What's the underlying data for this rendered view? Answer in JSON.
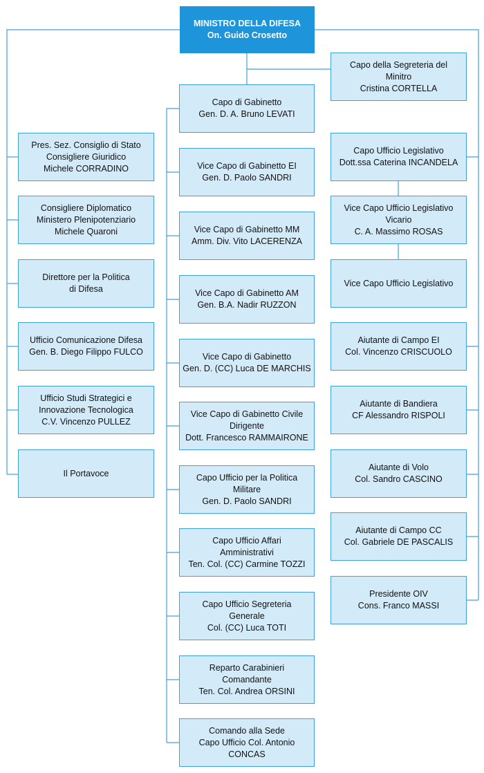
{
  "root": {
    "lines": [
      "MINISTRO DELLA DIFESA",
      "On. Guido Crosetto"
    ]
  },
  "left_column": [
    {
      "id": "left-1",
      "lines": [
        "Pres. Sez. Consiglio di Stato",
        "Consigliere Giuridico",
        "Michele CORRADINO"
      ]
    },
    {
      "id": "left-2",
      "lines": [
        "Consigliere Diplomatico",
        "Ministero Plenipotenziario",
        "Michele Quaroni"
      ]
    },
    {
      "id": "left-3",
      "lines": [
        "Direttore per la Politica",
        "di Difesa"
      ]
    },
    {
      "id": "left-4",
      "lines": [
        "Ufficio Comunicazione Difesa",
        "Gen. B. Diego Filippo FULCO"
      ]
    },
    {
      "id": "left-5",
      "lines": [
        "Ufficio Studi Strategici e",
        "Innovazione Tecnologica",
        "C.V. Vincenzo PULLEZ"
      ]
    },
    {
      "id": "left-6",
      "lines": [
        "Il Portavoce"
      ]
    }
  ],
  "center_column": [
    {
      "id": "center-1",
      "lines": [
        "Capo di Gabinetto",
        "Gen. D. A. Bruno LEVATI"
      ]
    },
    {
      "id": "center-2",
      "lines": [
        "Vice Capo di Gabinetto EI",
        "Gen. D. Paolo SANDRI"
      ]
    },
    {
      "id": "center-3",
      "lines": [
        "Vice Capo di Gabinetto MM",
        "Amm. Div. Vito LACERENZA"
      ]
    },
    {
      "id": "center-4",
      "lines": [
        "Vice Capo di Gabinetto AM",
        "Gen. B.A. Nadir RUZZON"
      ]
    },
    {
      "id": "center-5",
      "lines": [
        "Vice Capo di Gabinetto",
        "Gen. D. (CC) Luca DE MARCHIS"
      ]
    },
    {
      "id": "center-6",
      "lines": [
        "Vice Capo di Gabinetto Civile",
        "Dirigente",
        "Dott. Francesco RAMMAIRONE"
      ]
    },
    {
      "id": "center-7",
      "lines": [
        "Capo Ufficio per la Politica",
        "Militare",
        "Gen. D. Paolo SANDRI"
      ]
    },
    {
      "id": "center-8",
      "lines": [
        "Capo Ufficio Affari",
        "Amministrativi",
        "Ten. Col. (CC) Carmine TOZZI"
      ]
    },
    {
      "id": "center-9",
      "lines": [
        "Capo Ufficio Segreteria",
        "Generale",
        "Col. (CC) Luca TOTI"
      ]
    },
    {
      "id": "center-10",
      "lines": [
        "Reparto Carabinieri",
        "Comandante",
        "Ten. Col. Andrea ORSINI"
      ]
    },
    {
      "id": "center-11",
      "lines": [
        "Comando alla Sede",
        "Capo Ufficio Col. Antonio",
        "CONCAS"
      ]
    }
  ],
  "right_column": [
    {
      "id": "right-1",
      "lines": [
        "Capo della Segreteria del",
        "Minitro",
        "Cristina CORTELLA"
      ]
    },
    {
      "id": "right-2",
      "lines": [
        "Capo Ufficio Legislativo",
        "Dott.ssa Caterina INCANDELA"
      ]
    },
    {
      "id": "right-3",
      "lines": [
        "Vice Capo Ufficio Legislativo",
        "Vicario",
        "C. A. Massimo ROSAS"
      ]
    },
    {
      "id": "right-4",
      "lines": [
        "Vice Capo Ufficio Legislativo"
      ]
    },
    {
      "id": "right-5",
      "lines": [
        "Aiutante di Campo EI",
        "Col. Vincenzo CRISCUOLO"
      ]
    },
    {
      "id": "right-6",
      "lines": [
        "Aiutante di Bandiera",
        "CF Alessandro RISPOLI"
      ]
    },
    {
      "id": "right-7",
      "lines": [
        "Aiutante di Volo",
        "Col. Sandro CASCINO"
      ]
    },
    {
      "id": "right-8",
      "lines": [
        "Aiutante di Campo CC",
        "Col. Gabriele DE PASCALIS"
      ]
    },
    {
      "id": "right-9",
      "lines": [
        "Presidente OIV",
        "Cons. Franco MASSI"
      ]
    }
  ],
  "colors": {
    "root_fill": "#1e95db",
    "box_fill": "#d3eaf8",
    "box_border": "#3ea1dc",
    "connector": "#3ea1dc"
  }
}
